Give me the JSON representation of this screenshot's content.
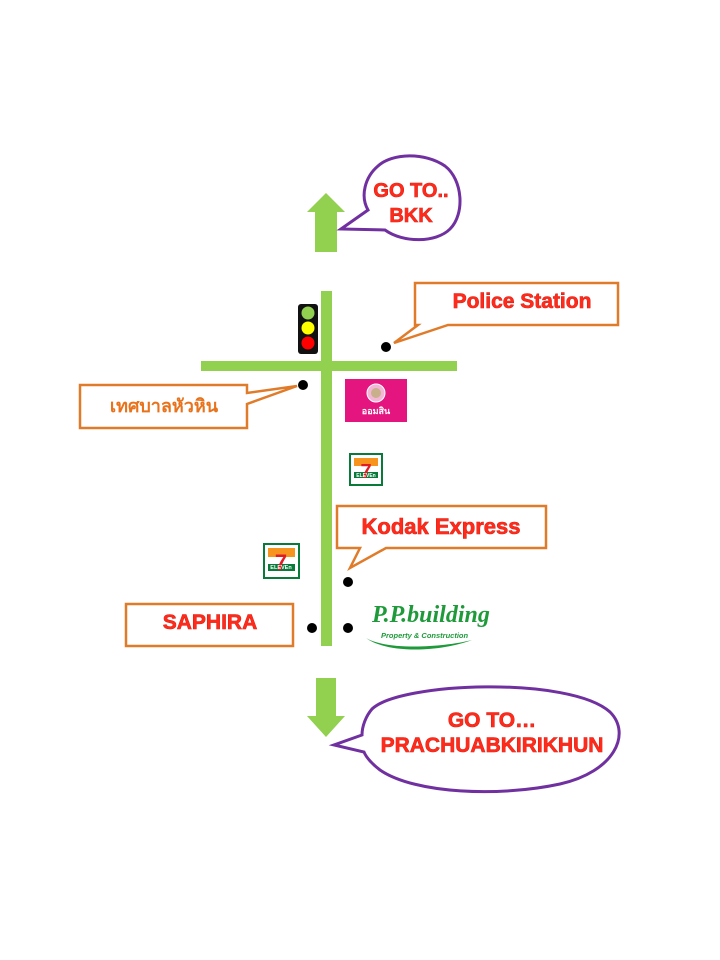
{
  "colors": {
    "road": "#92d050",
    "callout_orange_border": "#e07b2a",
    "callout_purple_border": "#7030a0",
    "text_red": "#ff2a1a",
    "text_orange": "#e8731c",
    "bank_pink": "#e4157e",
    "seven_eleven_green": "#0a7a3b",
    "seven_eleven_red": "#e21c23",
    "seven_eleven_orange": "#f7941d",
    "pp_green": "#1f9a3a"
  },
  "destinations": {
    "north": {
      "line1": "GO TO..",
      "line2": "BKK"
    },
    "south": {
      "line1": "GO TO…",
      "line2": "PRACHUABKIRIKHUN"
    }
  },
  "landmarks": {
    "police_station": "Police Station",
    "municipality": "เทศบาลหัวหิน",
    "kodak": "Kodak Express",
    "saphira": "SAPHIRA"
  },
  "logos": {
    "bank_name": "ออมสิน",
    "seven_eleven_upper": "7",
    "seven_eleven_word": "ELEVEn",
    "pp_title": "P.P.building",
    "pp_subtitle": "Property & Construction"
  },
  "icons": {
    "traffic_light": "traffic-light-icon",
    "arrow_up": "arrow-up-icon",
    "arrow_down": "arrow-down-icon"
  }
}
